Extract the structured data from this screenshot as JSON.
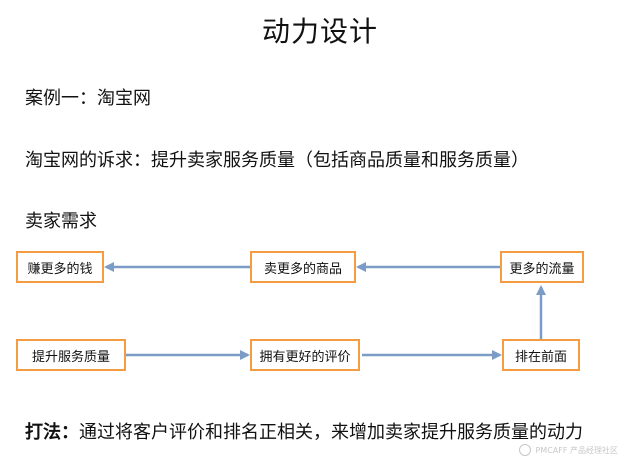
{
  "title": "动力设计",
  "case_label": "案例一：淘宝网",
  "appeal": "淘宝网的诉求：提升卖家服务质量（包括商品质量和服务质量）",
  "section_heading": "卖家需求",
  "diagram": {
    "top_row": [
      "赚更多的钱",
      "卖更多的商品",
      "更多的流量"
    ],
    "bottom_row": [
      "提升服务质量",
      "拥有更好的评价",
      "排在前面"
    ],
    "box_border_color": "#f39c44",
    "arrow_color": "#7a9cc6"
  },
  "conclusion": {
    "label": "打法：",
    "text": "通过将客户评价和排名正相关，来增加卖家提升服务质量的动力"
  },
  "watermark": "PMCAFF 产品经理社区"
}
